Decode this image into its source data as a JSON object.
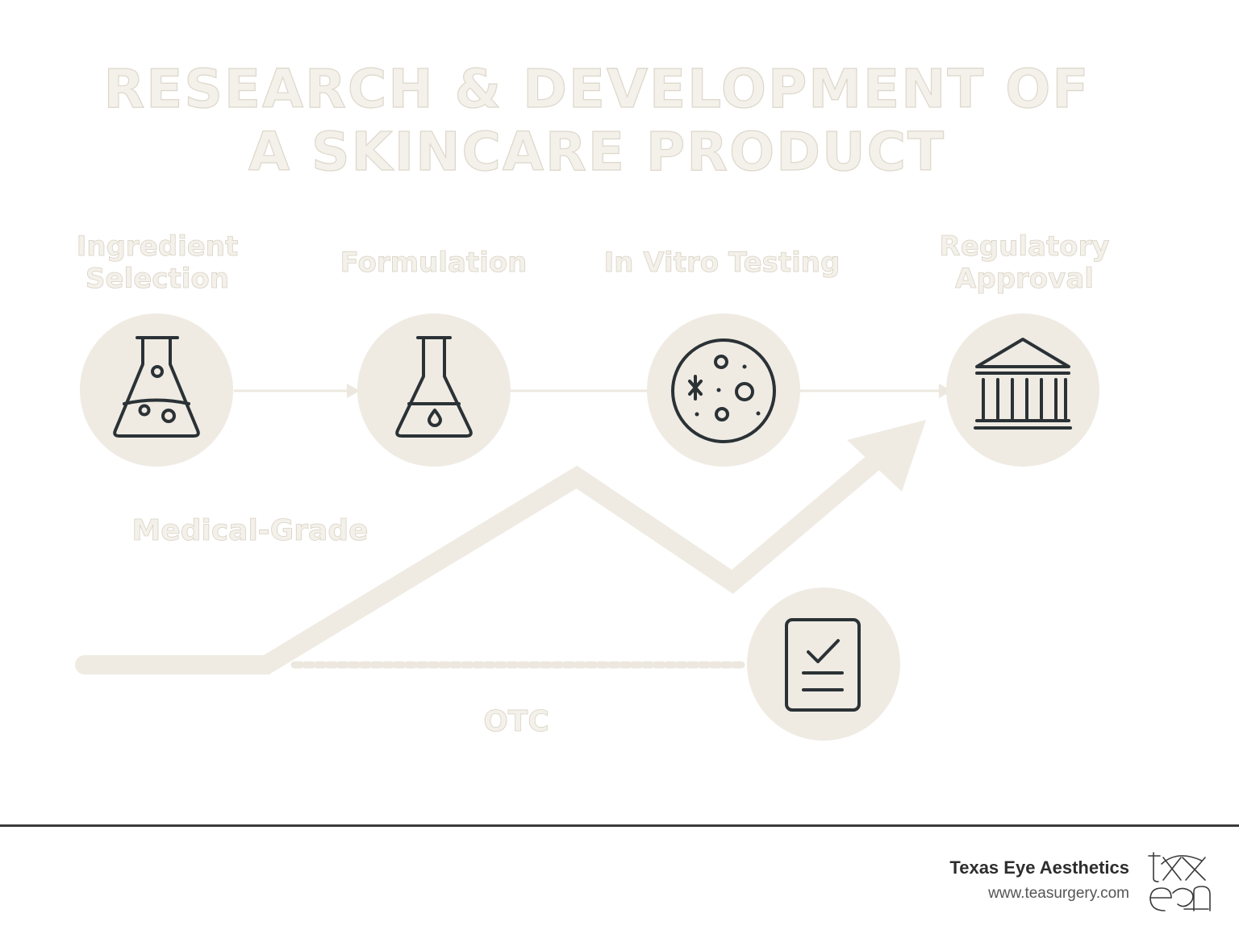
{
  "title": {
    "line1": "RESEARCH & DEVELOPMENT OF",
    "line2": "A SKINCARE PRODUCT"
  },
  "steps": [
    {
      "label_line1": "Ingredient",
      "label_line2": "Selection",
      "icon": "flask-with-bubbles-icon"
    },
    {
      "label_line1": "",
      "label_line2": "Formulation",
      "icon": "flask-with-drop-icon"
    },
    {
      "label_line1": "",
      "label_line2": "In Vitro Testing",
      "icon": "petri-dish-icon"
    },
    {
      "label_line1": "Regulatory",
      "label_line2": "Approval",
      "icon": "government-building-icon"
    }
  ],
  "paths": {
    "medical_grade": "Medical-Grade",
    "otc": "OTC",
    "otc_icon": "checklist-document-icon"
  },
  "footer": {
    "brand": "Texas Eye Aesthetics",
    "url": "www.teasurgery.com"
  },
  "colors": {
    "circle_fill": "#efebe3",
    "icon_stroke": "#2b3236",
    "label_fill": "#f4f1ea",
    "connector": "#ece8df",
    "footer_rule": "#3a3a3a"
  }
}
